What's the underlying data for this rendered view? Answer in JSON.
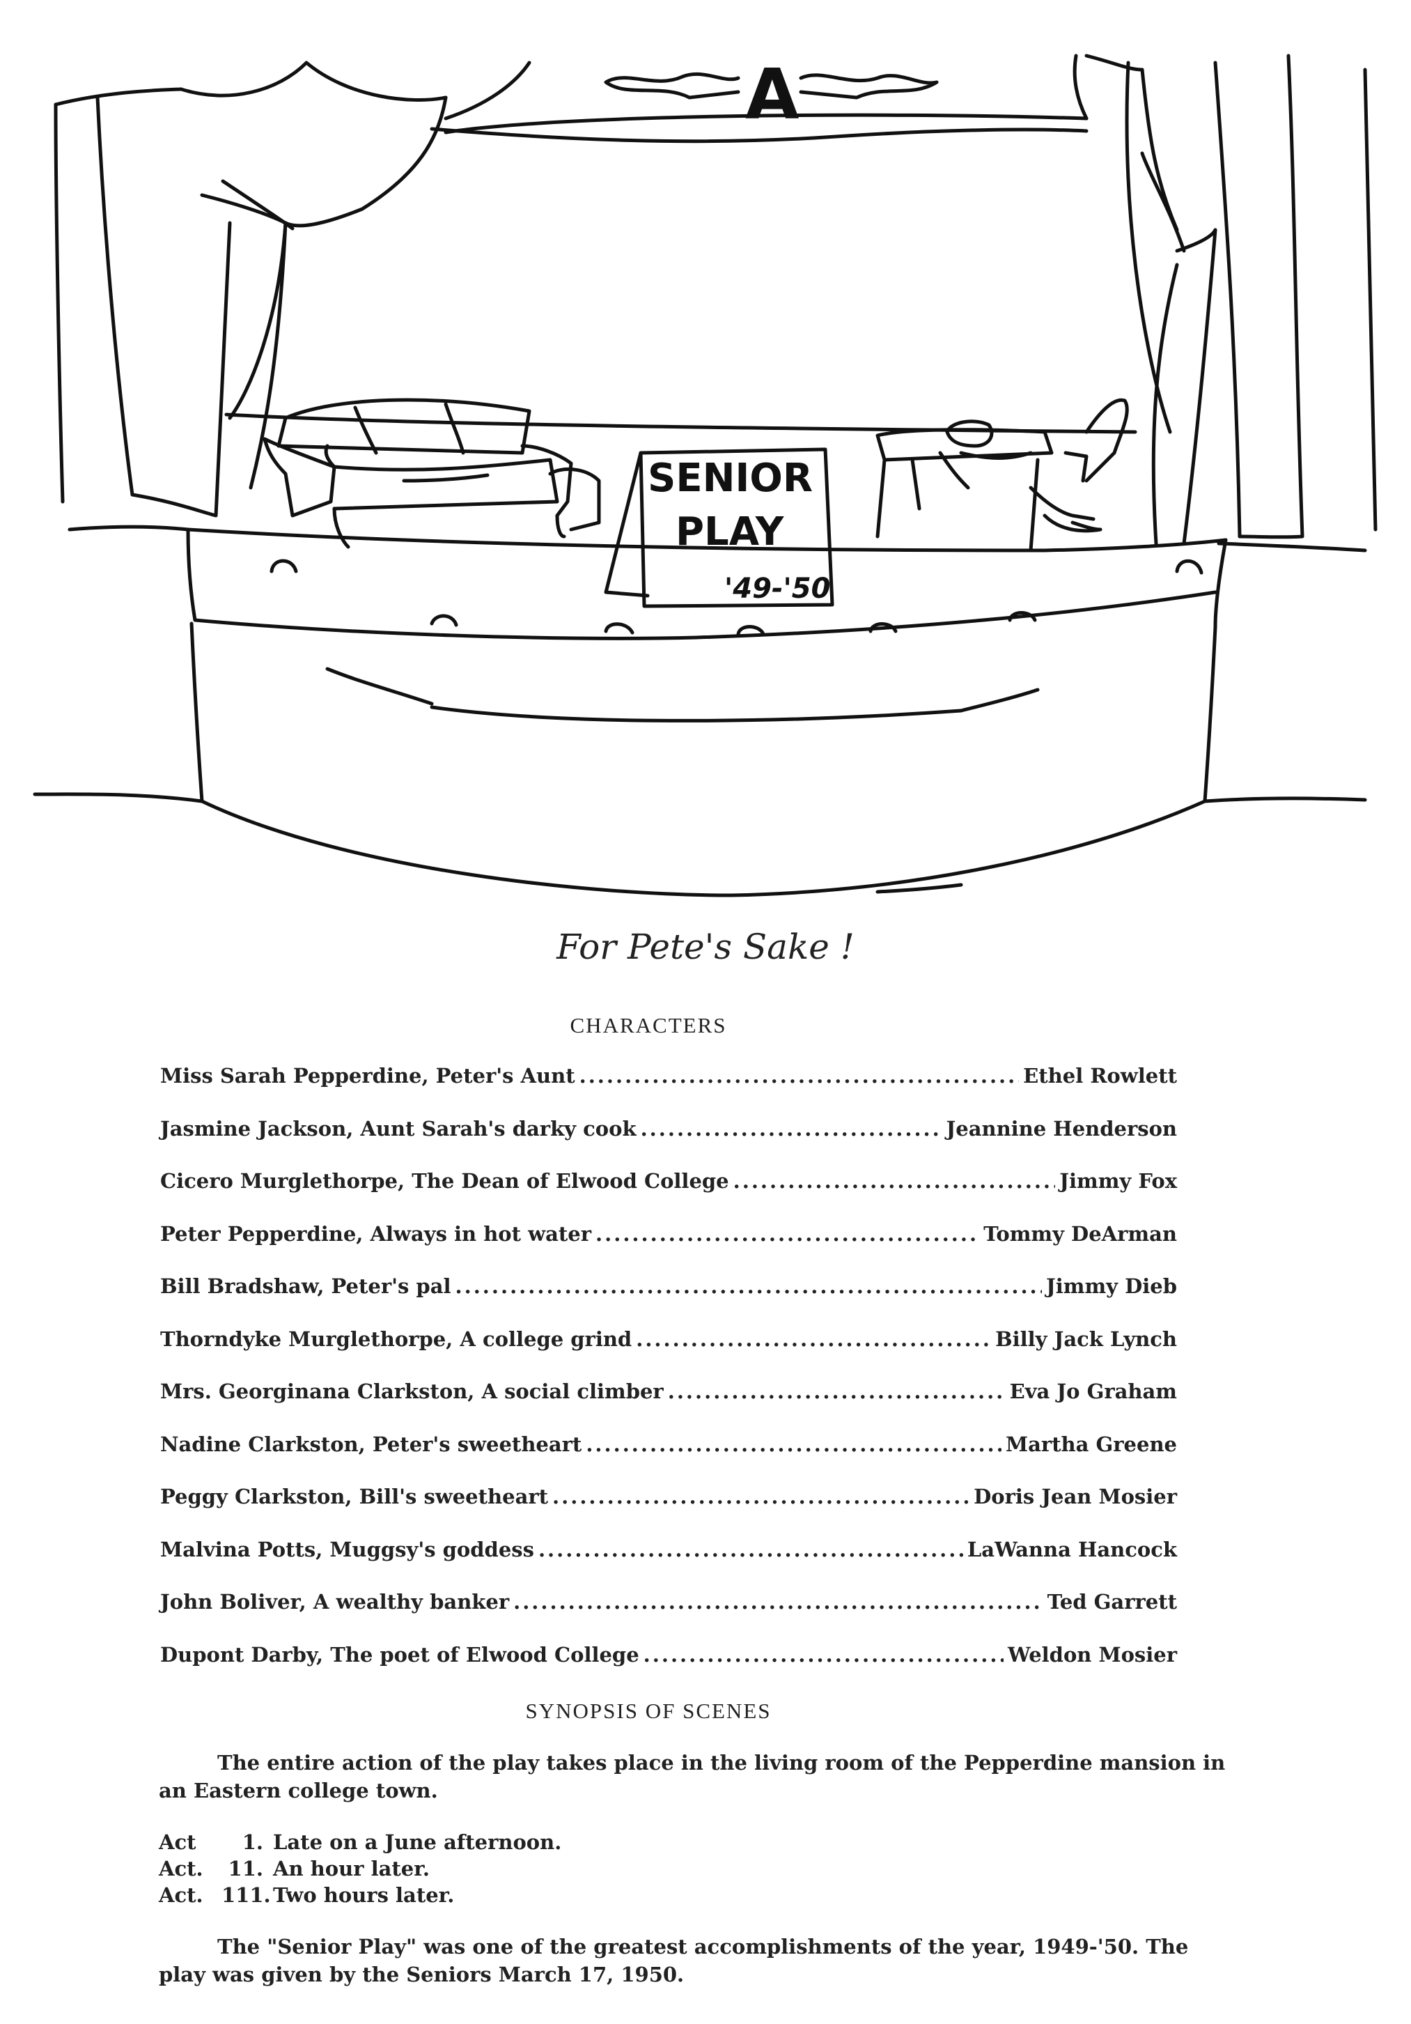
{
  "stage": {
    "crest_letter": "A",
    "sign_line1": "SENIOR",
    "sign_line2": "PLAY",
    "sign_year": "'49-'50"
  },
  "title": "For Pete's Sake !",
  "characters_heading": "CHARACTERS",
  "cast": [
    {
      "role": "Miss Sarah Pepperdine, Peter's Aunt",
      "actor": "Ethel Rowlett"
    },
    {
      "role": "Jasmine Jackson, Aunt Sarah's darky cook",
      "actor": "Jeannine Henderson"
    },
    {
      "role": "Cicero Murglethorpe, The Dean of Elwood College",
      "actor": "Jimmy Fox"
    },
    {
      "role": "Peter Pepperdine, Always in hot water",
      "actor": "Tommy DeArman"
    },
    {
      "role": "Bill Bradshaw, Peter's pal",
      "actor": "Jimmy Dieb"
    },
    {
      "role": "Thorndyke Murglethorpe, A college grind",
      "actor": "Billy Jack Lynch"
    },
    {
      "role": "Mrs. Georginana Clarkston, A social climber",
      "actor": "Eva Jo Graham"
    },
    {
      "role": "Nadine Clarkston, Peter's sweetheart",
      "actor": "Martha Greene"
    },
    {
      "role": "Peggy Clarkston, Bill's sweetheart",
      "actor": "Doris Jean Mosier"
    },
    {
      "role": "Malvina Potts, Muggsy's goddess",
      "actor": "LaWanna Hancock"
    },
    {
      "role": "John Boliver, A wealthy banker",
      "actor": "Ted Garrett"
    },
    {
      "role": "Dupont Darby, The poet of Elwood College",
      "actor": "Weldon Mosier"
    }
  ],
  "synopsis_heading": "SYNOPSIS OF SCENES",
  "synopsis_text": "The entire action of the play takes place in the living room of the Pepperdine mansion in an Eastern college town.",
  "acts": [
    {
      "label": "Act",
      "number": "1.",
      "desc": "Late on a June afternoon."
    },
    {
      "label": "Act.",
      "number": "11.",
      "desc": "An hour later."
    },
    {
      "label": "Act.",
      "number": "111.",
      "desc": "Two hours later."
    }
  ],
  "closing_text": "The \"Senior Play\" was one of the greatest accomplishments of the year, 1949-'50. The play was given by the Seniors March 17, 1950."
}
